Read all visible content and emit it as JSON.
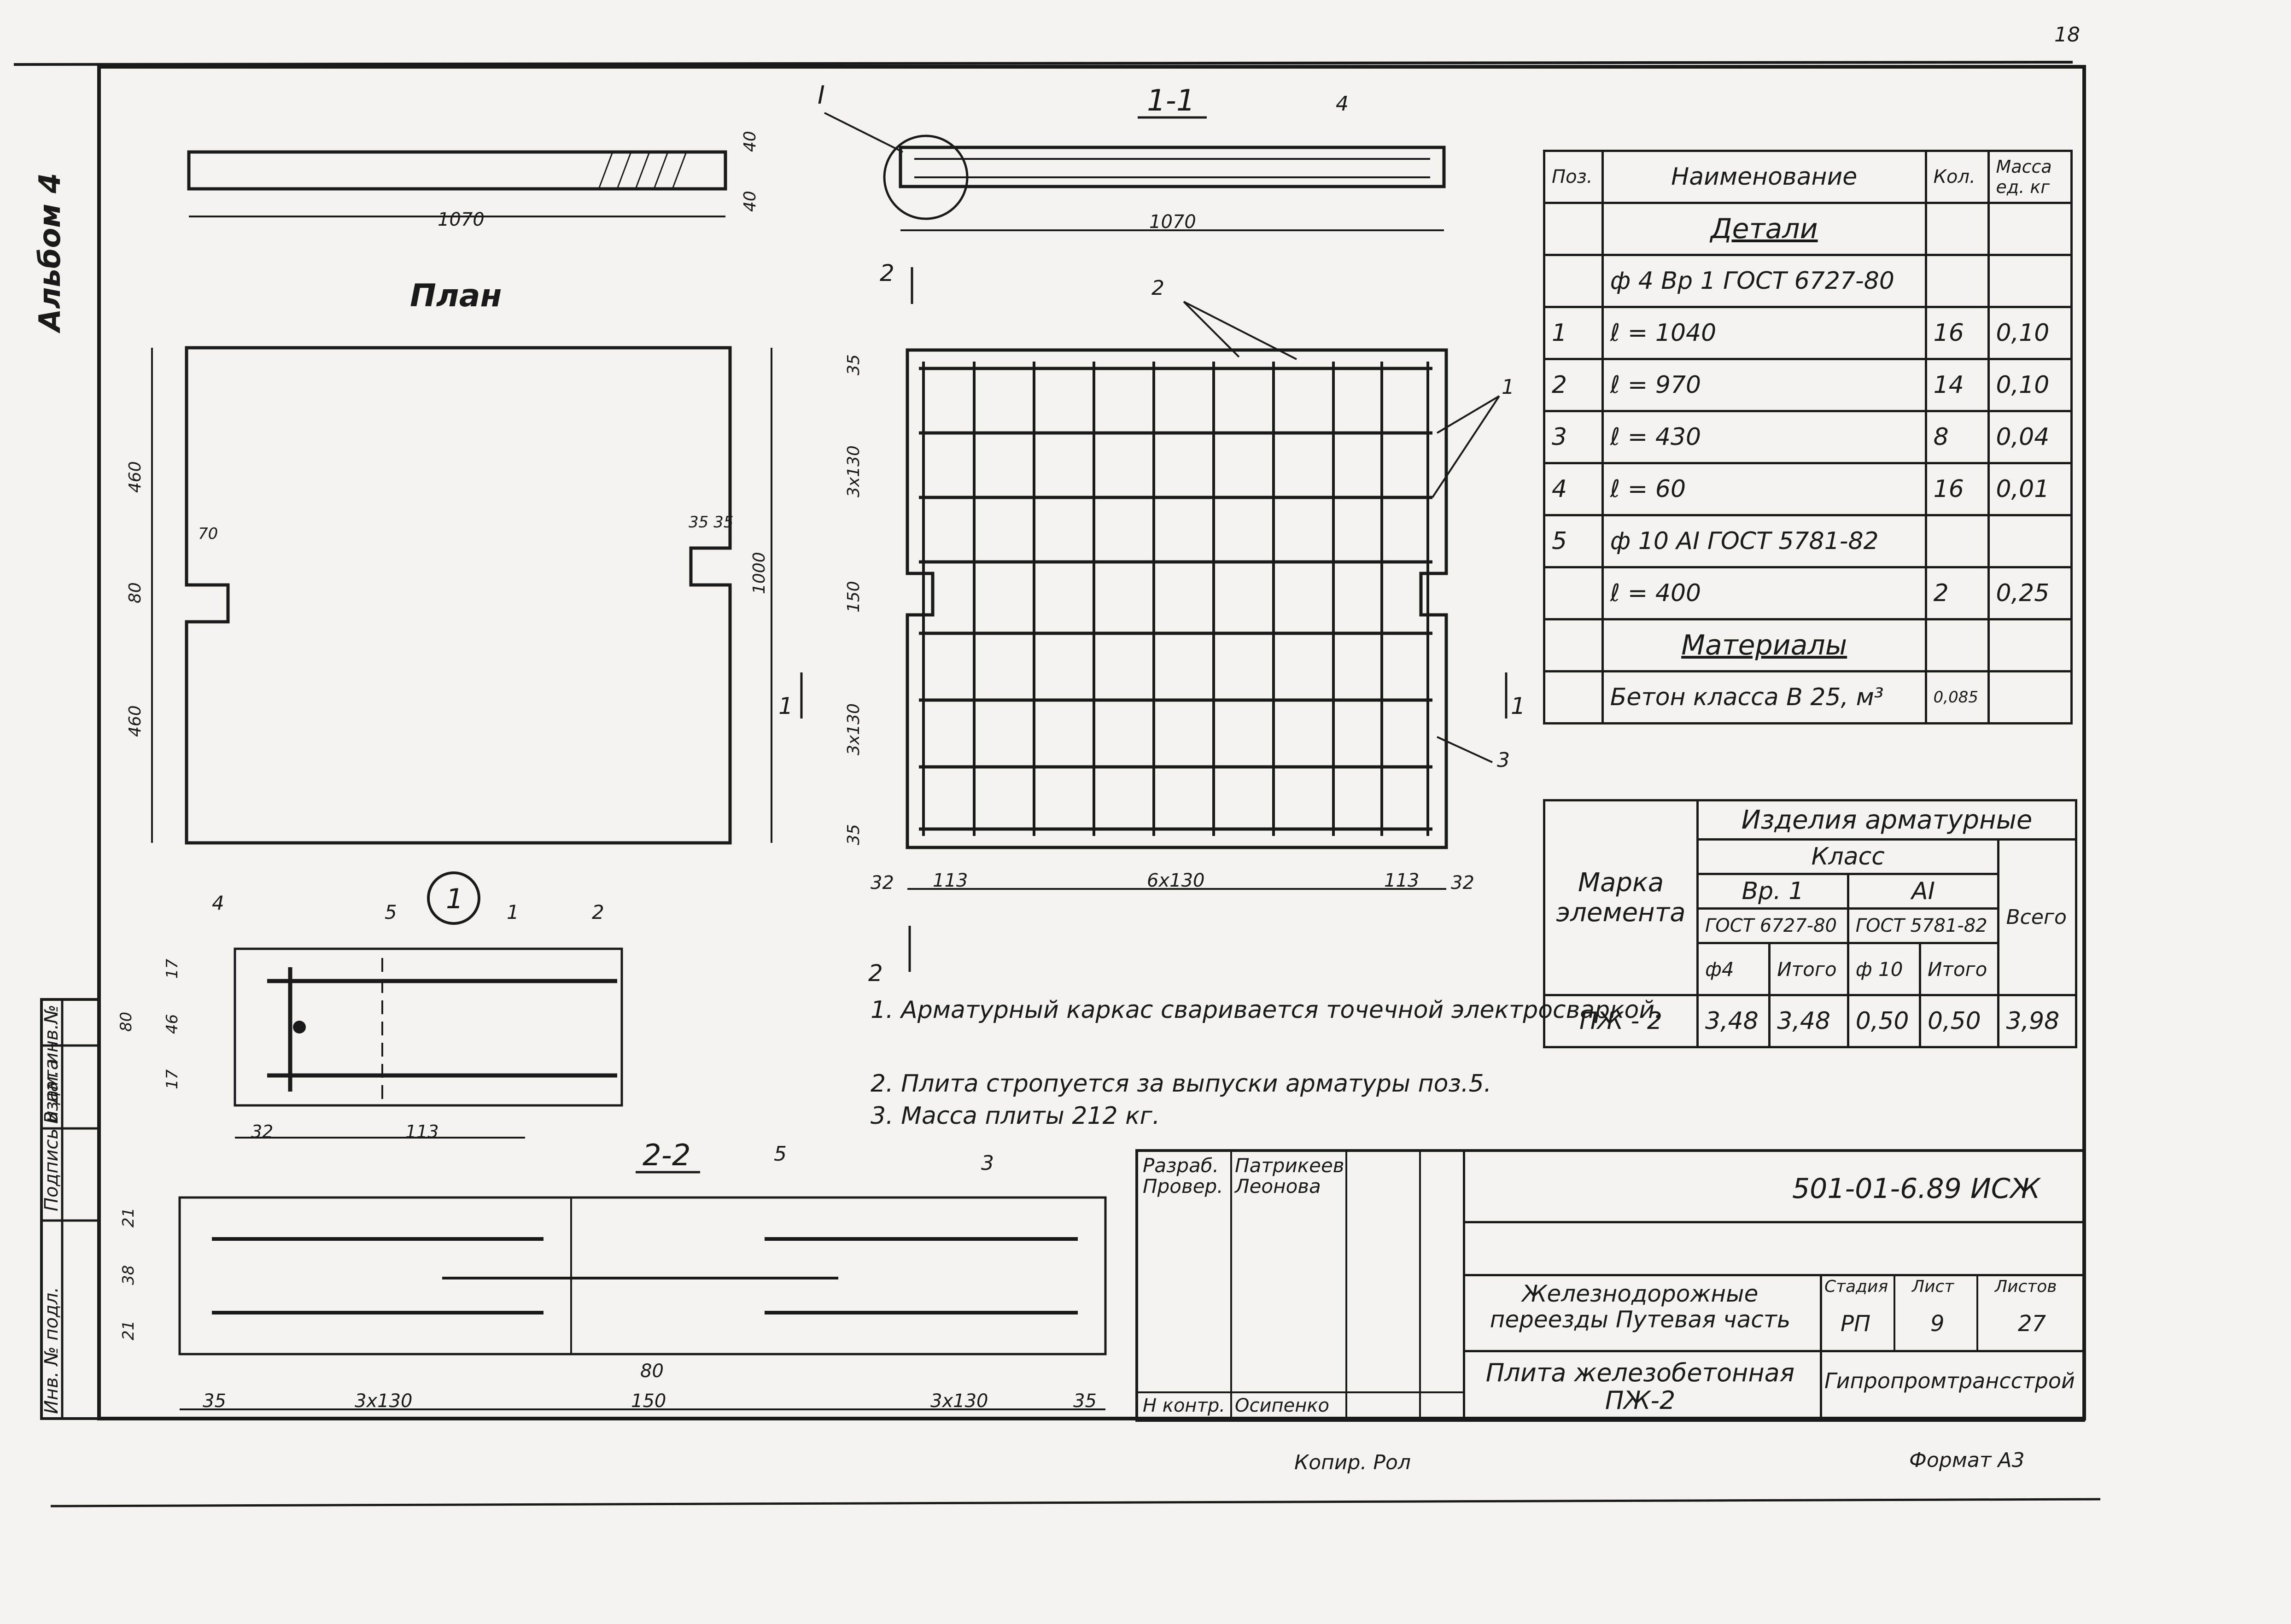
{
  "sheet": {
    "page_number": "18",
    "album": "Альбом 4",
    "side_stamp": [
      "Инв. № подл.",
      "Подпись и дата",
      "Взам. инв.№"
    ],
    "copy_note": "Копир. Рол",
    "format": "Формат А3"
  },
  "drawings": {
    "section_1_1_title": "1-1",
    "section_2_2_title": "2-2",
    "plan_title": "План",
    "node_ref": "I",
    "node_title": "1",
    "dim_1070": "1070",
    "dim_40": "40",
    "dim_1000": "1000",
    "dim_460": "460",
    "dim_80": "80",
    "dim_70": "70",
    "dim_35_35": "35 35",
    "dim_35": "35",
    "dim_3x130": "3х130",
    "dim_150": "150",
    "dim_32": "32",
    "dim_113": "113",
    "dim_6x130": "6х130",
    "dim_17": "17",
    "dim_46": "46",
    "dim_21": "21",
    "dim_38": "38",
    "pos_1": "1",
    "pos_2": "2",
    "pos_3": "3",
    "pos_4": "4",
    "pos_5": "5",
    "cut_1": "1",
    "cut_2": "2"
  },
  "spec_table": {
    "headers": [
      "Поз.",
      "Наименование",
      "Кол.",
      "Масса ед. кг"
    ],
    "rows": [
      [
        "",
        "Детали",
        "",
        ""
      ],
      [
        "",
        "ф 4 Вр 1 ГОСТ 6727-80",
        "",
        ""
      ],
      [
        "1",
        "ℓ = 1040",
        "16",
        "0,10"
      ],
      [
        "2",
        "ℓ = 970",
        "14",
        "0,10"
      ],
      [
        "3",
        "ℓ = 430",
        "8",
        "0,04"
      ],
      [
        "4",
        "ℓ = 60",
        "16",
        "0,01"
      ],
      [
        "5",
        "ф 10 АI ГОСТ 5781-82",
        "",
        ""
      ],
      [
        "",
        "ℓ = 400",
        "2",
        "0,25"
      ],
      [
        "",
        "Материалы",
        "",
        ""
      ],
      [
        "",
        "Бетон класса В 25, м³",
        "0,085",
        ""
      ]
    ]
  },
  "rebar_table": {
    "title": "Изделия арматурные",
    "mark_header": "Марка элемента",
    "class_header": "Класс",
    "class_vr": "Вр. 1",
    "class_a": "АI",
    "gost_vr": "ГОСТ 6727-80",
    "gost_a": "ГОСТ 5781-82",
    "total_header": "Всего",
    "col_f4": "ф4",
    "col_itogo1": "Итого",
    "col_f10": "ф 10",
    "col_itogo2": "Итого",
    "row_mark": "ПЖ - 2",
    "row_values": [
      "3,48",
      "3,48",
      "0,50",
      "0,50",
      "3,98"
    ]
  },
  "notes": [
    "1. Арматурный каркас сваривается точечной электросваркой.",
    "2. Плита стропуется за выпуски арматуры поз.5.",
    "3. Масса плиты 212 кг."
  ],
  "title_block": {
    "code": "501-01-6.89 ИСЖ",
    "role_1": "Разраб.",
    "role_2": "Провер.",
    "role_3": "Н контр.",
    "name_1": "Патрикеев",
    "name_2": "Леонова",
    "name_3": "Осипенко",
    "project": "Железнодорожные переезды Путевая часть",
    "stage_header": "Стадия",
    "sheet_header": "Лист",
    "sheets_header": "Листов",
    "stage": "РП",
    "sheet_no": "9",
    "sheets_total": "27",
    "item_title": "Плита железобетонная ПЖ-2",
    "org": "Гипропромтрансстрой"
  }
}
